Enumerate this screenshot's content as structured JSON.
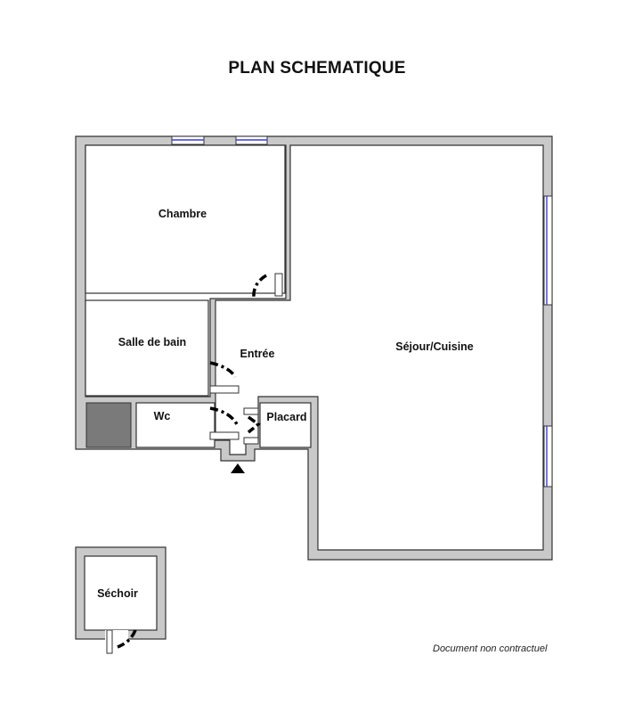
{
  "title": "PLAN SCHEMATIQUE",
  "rooms": {
    "chambre": "Chambre",
    "salle_de_bain": "Salle de bain",
    "entree": "Entrée",
    "sejour": "Séjour/Cuisine",
    "wc": "Wc",
    "placard": "Placard",
    "sechoir": "Séchoir"
  },
  "note": "Document non contractuel",
  "colors": {
    "wall_fill": "#c9c9c9",
    "wall_stroke": "#333333",
    "window": "#3b3bd6",
    "shaft": "#7a7a7a"
  }
}
